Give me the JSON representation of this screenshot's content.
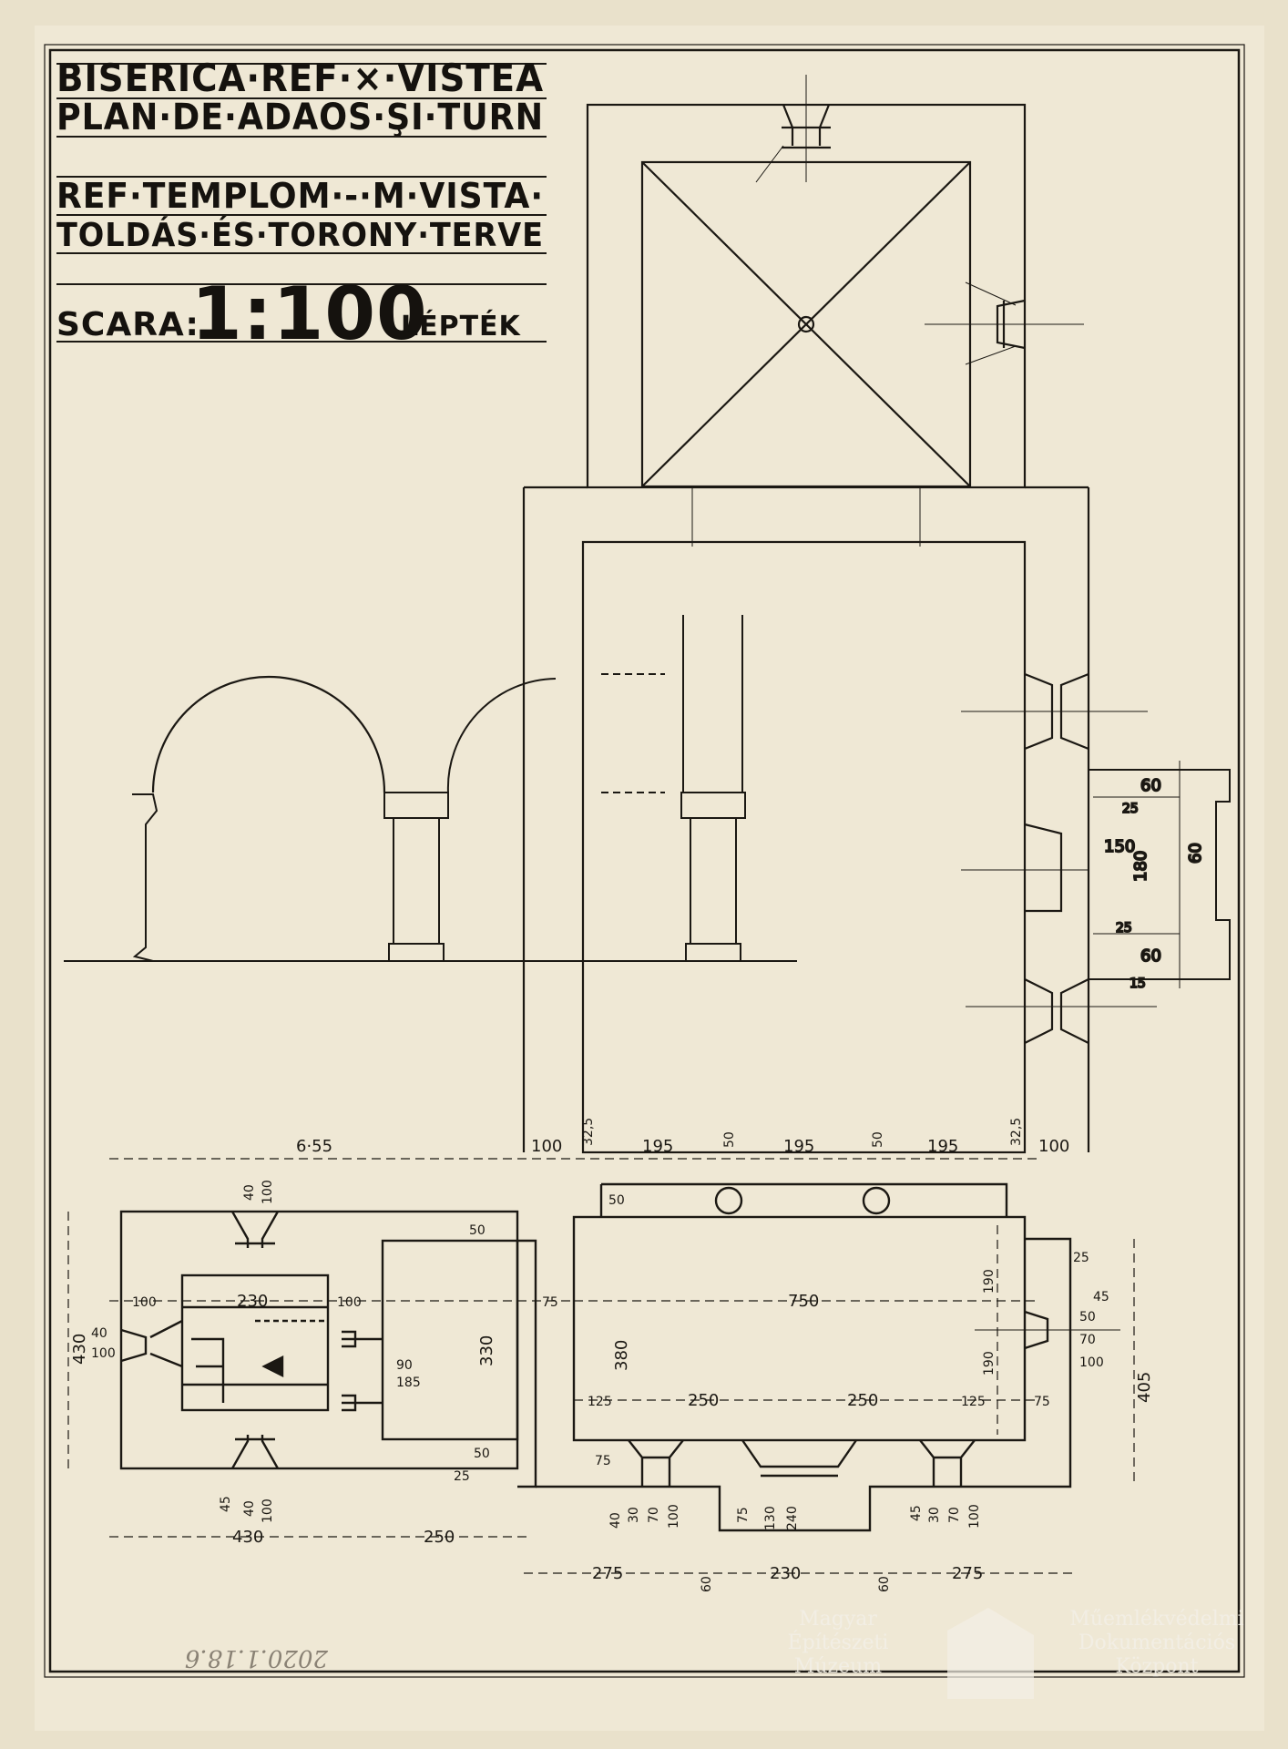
{
  "title": {
    "line1": "BISERICA·REF·×·VISTEA",
    "line2": "PLAN·DE·ADAOS·ŞI·TURN",
    "line3": "REF·TEMPLOM·-·M·VISTA·",
    "line4": "TOLDÁS·ÉS·TORONY·TERVE",
    "scale_prefix": "SCARA:",
    "scale_value": "1:100",
    "scale_suffix": "LÉPTÉK"
  },
  "dimensions": {
    "top": [
      "6·55",
      "100",
      "32,5",
      "195",
      "50",
      "195",
      "50",
      "195",
      "32,5",
      "100"
    ],
    "tower": [
      "40",
      "100",
      "230",
      "100",
      "100",
      "40",
      "100",
      "430",
      "50",
      "50",
      "25",
      "40",
      "100",
      "45",
      "430",
      "250",
      "330",
      "90",
      "185"
    ],
    "nave": [
      "50",
      "75",
      "750",
      "380",
      "190",
      "190",
      "125",
      "250",
      "250",
      "125",
      "75",
      "45",
      "50",
      "70",
      "100",
      "405",
      "25",
      "75",
      "40",
      "30",
      "70",
      "100",
      "75",
      "130",
      "240",
      "45",
      "30",
      "70",
      "100"
    ],
    "bottom": [
      "275",
      "60",
      "230",
      "60",
      "275"
    ],
    "window_detail": [
      "60",
      "25",
      "150",
      "180",
      "60",
      "25",
      "60",
      "15"
    ]
  },
  "pencil_note": "2020.1.18.6",
  "watermark": {
    "left_lines": [
      "Magyar",
      "Építészeti",
      "Múzeum"
    ],
    "right_lines": [
      "Műemlékvédelmi",
      "Dokumentációs",
      "Központ"
    ]
  }
}
